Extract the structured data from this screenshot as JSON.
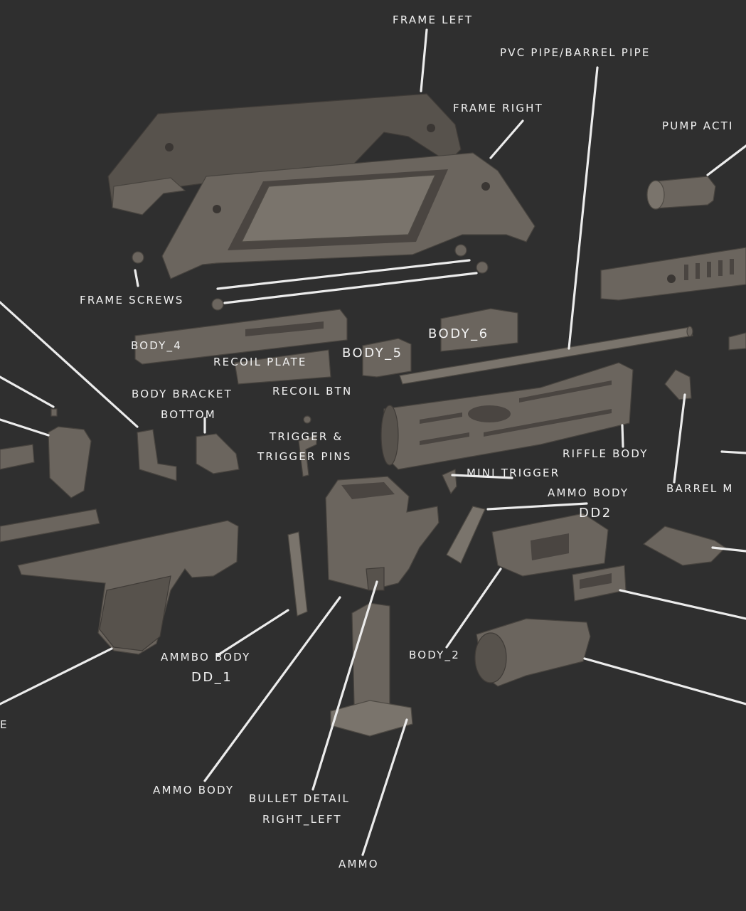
{
  "diagram": {
    "background": "#2f2f2f",
    "label_color": "#f2f2f2",
    "part_color": "#6b655e",
    "labels": {
      "frame_left": "FRAME LEFT",
      "pvc_pipe": "PVC PIPE/BARREL PIPE",
      "frame_right": "FRAME RIGHT",
      "pump_action": "PUMP ACTI",
      "frame_screws": "FRAME SCREWS",
      "body_4": "BODY_4",
      "body_6": "BODY_6",
      "recoil_plate": "RECOIL PLATE",
      "body_5": "BODY_5",
      "body_bracket": "BODY BRACKET",
      "bottom": "BOTTOM",
      "recoil_btn": "RECOIL BTN",
      "trigger_and": "TRIGGER &",
      "trigger_pins": "TRIGGER PINS",
      "riffle_body": "RIFFLE BODY",
      "mini_trigger": "MINI TRIGGER",
      "ammo_body_dd2_line1": "AMMO BODY",
      "ammo_body_dd2_line2": "DD2",
      "barrel_m": "BARREL M",
      "ammbo_body_line1": "AMMBO BODY",
      "ammbo_body_line2": "DD_1",
      "body_2": "BODY_2",
      "left_e": "E",
      "ammo_body": "AMMO BODY",
      "bullet_detail_line1": "BULLET DETAIL",
      "bullet_detail_line2": "RIGHT_LEFT",
      "ammo": "AMMO"
    }
  }
}
